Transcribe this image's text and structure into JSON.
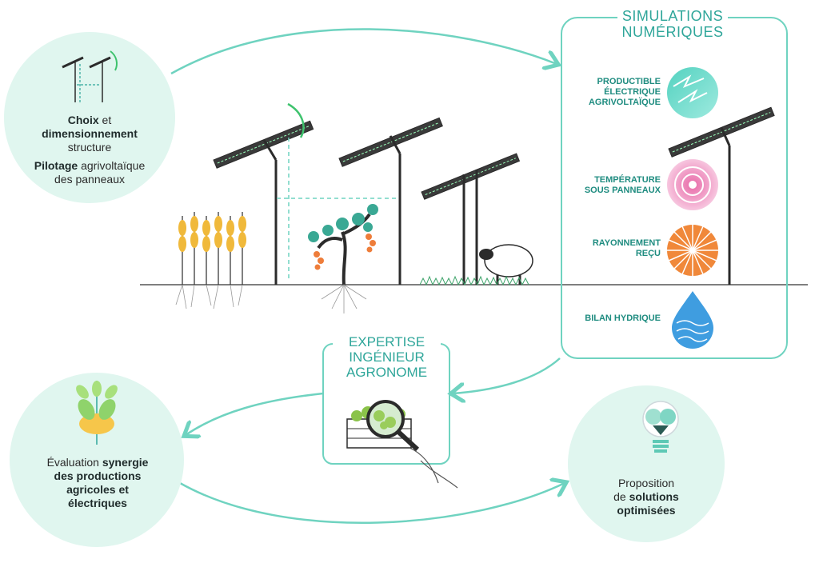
{
  "colors": {
    "teal": "#2fa69a",
    "mint": "#e0f6ef",
    "dark": "#1f2b2b",
    "arrow": "#6fd3c0"
  },
  "structure_circle": {
    "line1_bold": "Choix",
    "line1_rest": " et",
    "line2_bold": "dimensionnement",
    "line3": "structure",
    "line4_bold": "Pilotage",
    "line4_rest": " agrivoltaïque",
    "line5": "des panneaux"
  },
  "synergy_circle": {
    "prefix": "Évaluation ",
    "bold1": "synergie",
    "bold2": "des productions",
    "bold3": "agricoles et",
    "bold4": "électriques"
  },
  "solutions_circle": {
    "line1": "Proposition",
    "line2_prefix": "de ",
    "line2_bold": "solutions",
    "line3_bold": "optimisées"
  },
  "simulations": {
    "title_line1": "SIMULATIONS",
    "title_line2": "NUMÉRIQUES",
    "items": [
      {
        "l1": "PRODUCTIBLE",
        "l2": "ÉLECTRIQUE",
        "l3": "AGRIVOLTAÏQUE",
        "icon": "electric-yield-icon"
      },
      {
        "l1": "TEMPÉRATURE",
        "l2": "SOUS PANNEAUX",
        "icon": "temperature-icon"
      },
      {
        "l1": "RAYONNEMENT",
        "l2": "REÇU",
        "icon": "radiation-icon"
      },
      {
        "l1": "BILAN HYDRIQUE",
        "icon": "water-drop-icon"
      }
    ]
  },
  "expertise": {
    "line1": "EXPERTISE",
    "line2": "INGÉNIEUR",
    "line3": "AGRONOME"
  }
}
